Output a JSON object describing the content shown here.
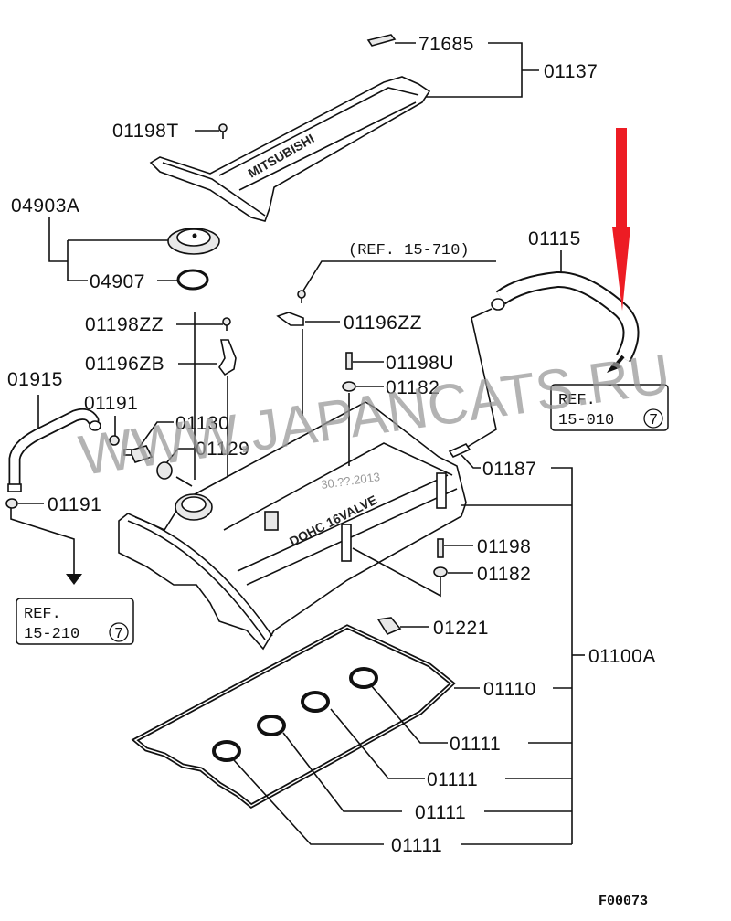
{
  "diagram": {
    "figure_code": "F00073",
    "watermark": "WWW.JAPANCATS.RU",
    "watermark_date": "30.??.2013",
    "engine_cover_brand": "MITSUBISHI",
    "valve_cover_text": "DOHC 16VALVE",
    "accent_color": "#ed1c24",
    "part_labels": {
      "p71685": "71685",
      "p01137": "01137",
      "p01198T": "01198T",
      "p04903A": "04903A",
      "p04907": "04907",
      "p01198ZZ": "01198ZZ",
      "p01196ZB": "01196ZB",
      "p01915": "01915",
      "p01191a": "01191",
      "p01191b": "01191",
      "p01130": "01130",
      "p01129": "01129",
      "p01196ZZ": "01196ZZ",
      "p01198U": "01198U",
      "p01182a": "01182",
      "p01115": "01115",
      "p01187": "01187",
      "p01198": "01198",
      "p01182b": "01182",
      "p01221": "01221",
      "p01100A": "01100A",
      "p01110": "01110",
      "p01111a": "01111",
      "p01111b": "01111",
      "p01111c": "01111",
      "p01111d": "01111"
    },
    "references": {
      "top_ref": "(REF. 15-710)",
      "right_ref_line1": "REF.",
      "right_ref_line2": "15-010",
      "right_ref_circle": "7",
      "left_ref_line1": "REF.",
      "left_ref_line2": "15-210",
      "left_ref_circle": "7"
    }
  }
}
